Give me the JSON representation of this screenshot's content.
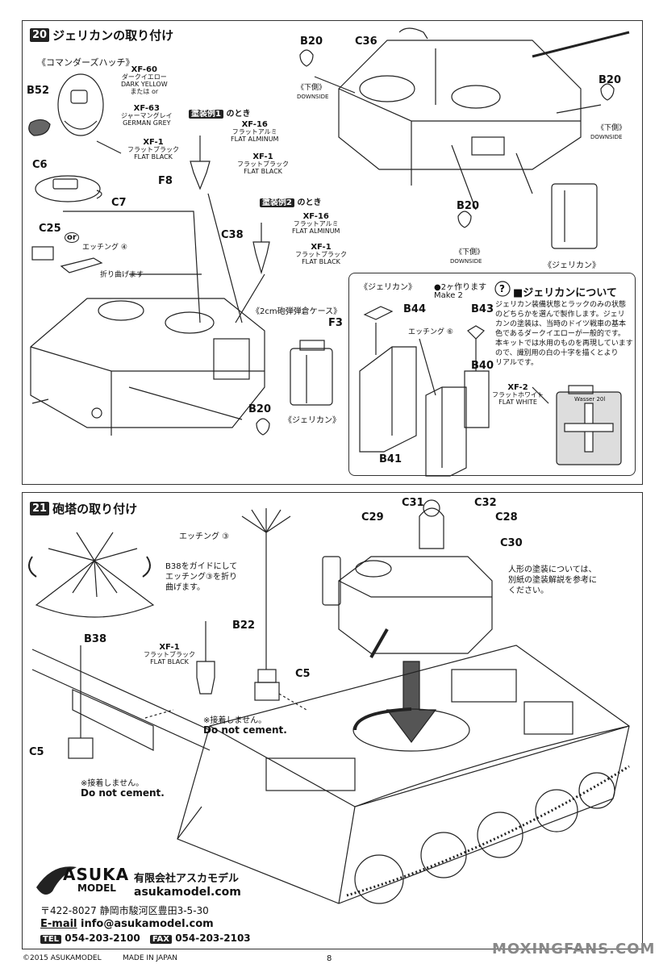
{
  "step20": {
    "number": "20",
    "title": "ジェリカンの取り付け",
    "commander_hatch": "《コマンダーズハッチ》",
    "paint_xf60": {
      "code": "XF-60",
      "jp": "ダークイエロー",
      "en": "DARK YELLOW",
      "or": "または or"
    },
    "paint_xf63": {
      "code": "XF-63",
      "jp": "ジャーマングレイ",
      "en": "GERMAN GREY"
    },
    "paint_xf1_a": {
      "code": "XF-1",
      "jp": "フラットブラック",
      "en": "FLAT BLACK"
    },
    "scheme1": {
      "badge": "塗装例1",
      "suffix": "のとき"
    },
    "scheme2": {
      "badge": "塗装例2",
      "suffix": "のとき"
    },
    "paint_xf16_1": {
      "code": "XF-16",
      "jp": "フラットアルミ",
      "en": "FLAT ALMINUM"
    },
    "paint_xf1_1": {
      "code": "XF-1",
      "jp": "フラットブラック",
      "en": "FLAT BLACK"
    },
    "paint_xf16_2": {
      "code": "XF-16",
      "jp": "フラットアルミ",
      "en": "FLAT ALMINUM"
    },
    "paint_xf1_2": {
      "code": "XF-1",
      "jp": "フラットブラック",
      "en": "FLAT BLACK"
    },
    "parts": {
      "b52": "B52",
      "c6": "C6",
      "c7": "C7",
      "f8": "F8",
      "c25": "C25",
      "or_mark": "or",
      "c38": "C38",
      "f3": "F3",
      "b20": "B20",
      "c36": "C36"
    },
    "etching4": "エッチング ④",
    "fold": "折り曲げます",
    "ammo_case": "《2cm砲弾弾倉ケース》",
    "jerrycan": "《ジェリカン》",
    "downside_jp": "《下側》",
    "downside_en": "DOWNSIDE",
    "inset": {
      "title": "《ジェリカン》",
      "make2_jp": "●2ヶ作ります",
      "make2_en": "Make 2",
      "b44": "B44",
      "b43": "B43",
      "b40": "B40",
      "b41": "B41",
      "etching6": "エッチング ⑥",
      "about_title": "■ジェリカンについて",
      "about_lines": [
        "ジェリカン装備状態とラックのみの状態",
        "のどちらかを選んで製作します。ジェリ",
        "カンの塗装は、当時のドイツ戦車の基本",
        "色であるダークイエローが一般的です。",
        "本キットでは水用のものを再現しています",
        "ので、識別用の白の十字を描くとより",
        "リアルです。"
      ],
      "paint_xf2": {
        "code": "XF-2",
        "jp": "フラットホワイト",
        "en": "FLAT WHITE"
      },
      "wasser": "Wasser 20l"
    }
  },
  "step21": {
    "number": "21",
    "title": "砲塔の取り付け",
    "etching3": "エッチング ③",
    "guide_note": [
      "B38をガイドにして",
      "エッチング③を折り",
      "曲げます。"
    ],
    "b38": "B38",
    "b22": "B22",
    "c5": "C5",
    "paint_xf1": {
      "code": "XF-1",
      "jp": "フラットブラック",
      "en": "FLAT BLACK"
    },
    "no_cement_jp": "※接着しません。",
    "no_cement_en": "Do not cement.",
    "crew": {
      "c31": "C31",
      "c32": "C32",
      "c29": "C29",
      "c28": "C28",
      "c30": "C30"
    },
    "figure_note": [
      "人形の塗装については、",
      "別紙の塗装解説を参考に",
      "ください。"
    ]
  },
  "company": {
    "logo_top": "ASUKA",
    "logo_bottom": "MODEL",
    "name_jp": "有限会社アスカモデル",
    "url": "asukamodel.com",
    "address": "〒422-8027 静岡市駿河区豊田3-5-30",
    "email_label": "E-mail",
    "email": "info@asukamodel.com",
    "tel_label": "TEL",
    "tel": "054-203-2100",
    "fax_label": "FAX",
    "fax": "054-203-2103"
  },
  "footer": {
    "copyright": "©2015 ASUKAMODEL",
    "made_in": "MADE IN JAPAN",
    "page": "8",
    "watermark": "MOXINGFANS.COM"
  }
}
